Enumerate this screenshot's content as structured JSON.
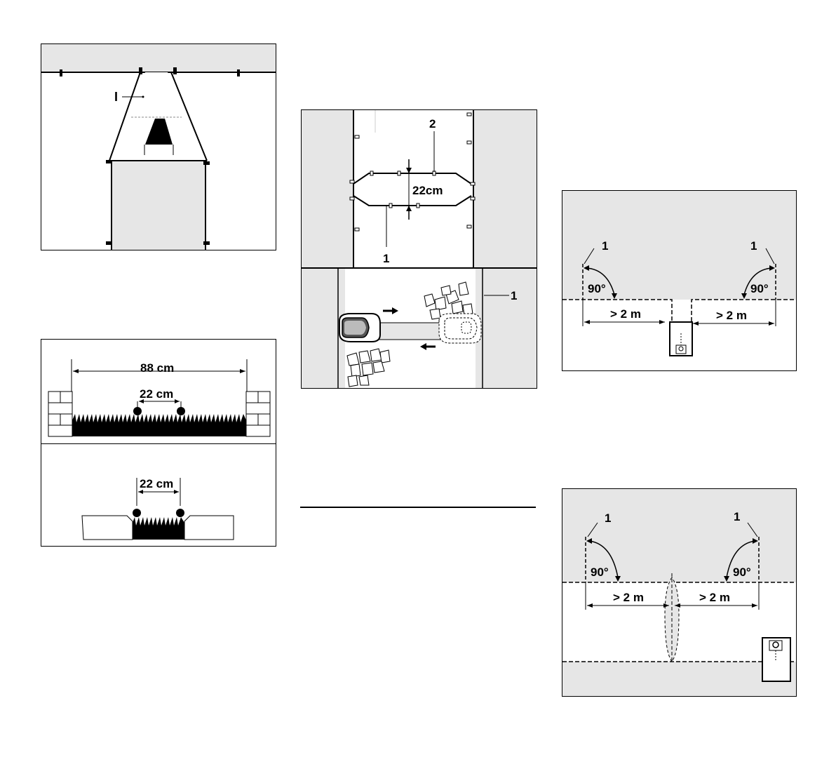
{
  "fig_corridor": {
    "label_I": "I"
  },
  "fig_passage": {
    "label_2": "2",
    "label_22cm": "22cm",
    "label_1a": "1",
    "label_1b": "1"
  },
  "fig_path_top": {
    "label_88cm": "88 cm",
    "label_22cm": "22 cm"
  },
  "fig_path_bottom": {
    "label_22cm": "22 cm"
  },
  "fig_station_a": {
    "label_1_left": "1",
    "label_1_right": "1",
    "angle_left": "90°",
    "angle_right": "90°",
    "dist_left": "> 2 m",
    "dist_right": "> 2 m"
  },
  "fig_station_b": {
    "label_1_left": "1",
    "label_1_right": "1",
    "angle_left": "90°",
    "angle_right": "90°",
    "dist_left": "> 2 m",
    "dist_right": "> 2 m"
  },
  "colors": {
    "lawn_gray": "#e6e6e6",
    "line": "#000000"
  }
}
